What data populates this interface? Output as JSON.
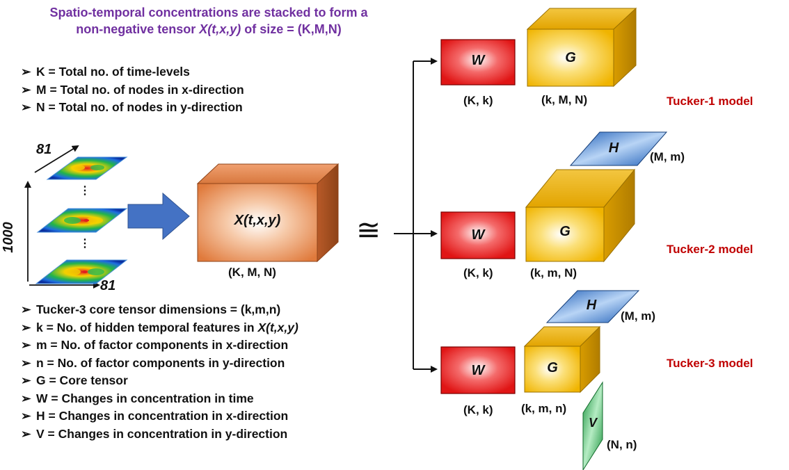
{
  "title": {
    "line1": "Spatio-temporal concentrations are stacked to form a",
    "line2_pre": "non-negative tensor ",
    "line2_italic": "X(t,x,y)",
    "line2_post": " of size = (K,M,N)"
  },
  "top_bullets": [
    "K  = Total no. of time-levels",
    "M = Total no. of nodes in x-direction",
    "N  = Total no. of nodes in y-direction"
  ],
  "bottom_bullets": [
    {
      "text": "Tucker-3 core tensor dimensions = (k,m,n)",
      "italic": ""
    },
    {
      "text": "k  = No. of hidden temporal features in ",
      "italic": "X(t,x,y)"
    },
    {
      "text": "m = No. of  factor components in x-direction",
      "italic": ""
    },
    {
      "text": "n  = No. of  factor components in y-direction",
      "italic": ""
    },
    {
      "text": "G = Core tensor",
      "italic": ""
    },
    {
      "text": "W = Changes in concentration in time",
      "italic": ""
    },
    {
      "text": "H = Changes in concentration in x-direction",
      "italic": ""
    },
    {
      "text": "V = Changes in concentration in y-direction",
      "italic": ""
    }
  ],
  "bullet_glyph": "➢",
  "axes": {
    "top": "81",
    "bottom": "81",
    "vertical": "1000"
  },
  "stack_dots": "⋮",
  "tensor": {
    "label": "X(t,x,y)",
    "dims": "(K, M, N)"
  },
  "approx_symbol": "≅",
  "models": {
    "tucker1": {
      "name": "Tucker-1 model",
      "W": "W",
      "W_dims": "(K, k)",
      "G": "G",
      "G_dims": "(k, M, N)"
    },
    "tucker2": {
      "name": "Tucker-2 model",
      "W": "W",
      "W_dims": "(K, k)",
      "G": "G",
      "G_dims": "(k, m, N)",
      "H": "H",
      "H_dims": "(M, m)"
    },
    "tucker3": {
      "name": "Tucker-3 model",
      "W": "W",
      "W_dims": "(K, k)",
      "G": "G",
      "G_dims": "(k, m, n)",
      "H": "H",
      "H_dims": "(M, m)",
      "V": "V",
      "V_dims": "(N, n)"
    }
  },
  "colors": {
    "title": "#7030a0",
    "model_label": "#c00000",
    "W_red": "#e82020",
    "G_gold": "#f5c518",
    "X_orange": "#e8894e",
    "H_blue": "#2e74c8",
    "V_green": "#2fae4a",
    "arrow_blue": "#4472c4"
  }
}
